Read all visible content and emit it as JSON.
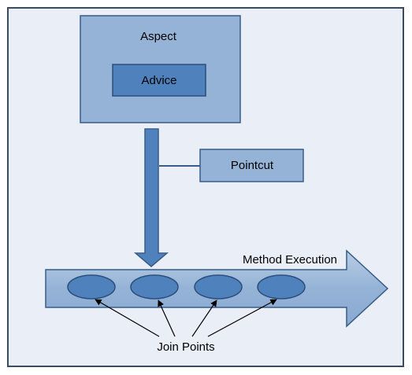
{
  "diagram": {
    "aspect_label": "Aspect",
    "advice_label": "Advice",
    "pointcut_label": "Pointcut",
    "method_execution_label": "Method Execution",
    "join_points_label": "Join Points",
    "join_point_count": 4
  },
  "colors": {
    "panel_background": "#e9eef7",
    "border": "#3a4a60",
    "box_fill": "#95b3d7",
    "advice_fill": "#4f81bd",
    "box_border": "#385d8a",
    "arrow_fill": "#95b3d7",
    "join_point_fill": "#4f81bd",
    "pointer_arrow": "#000000"
  }
}
